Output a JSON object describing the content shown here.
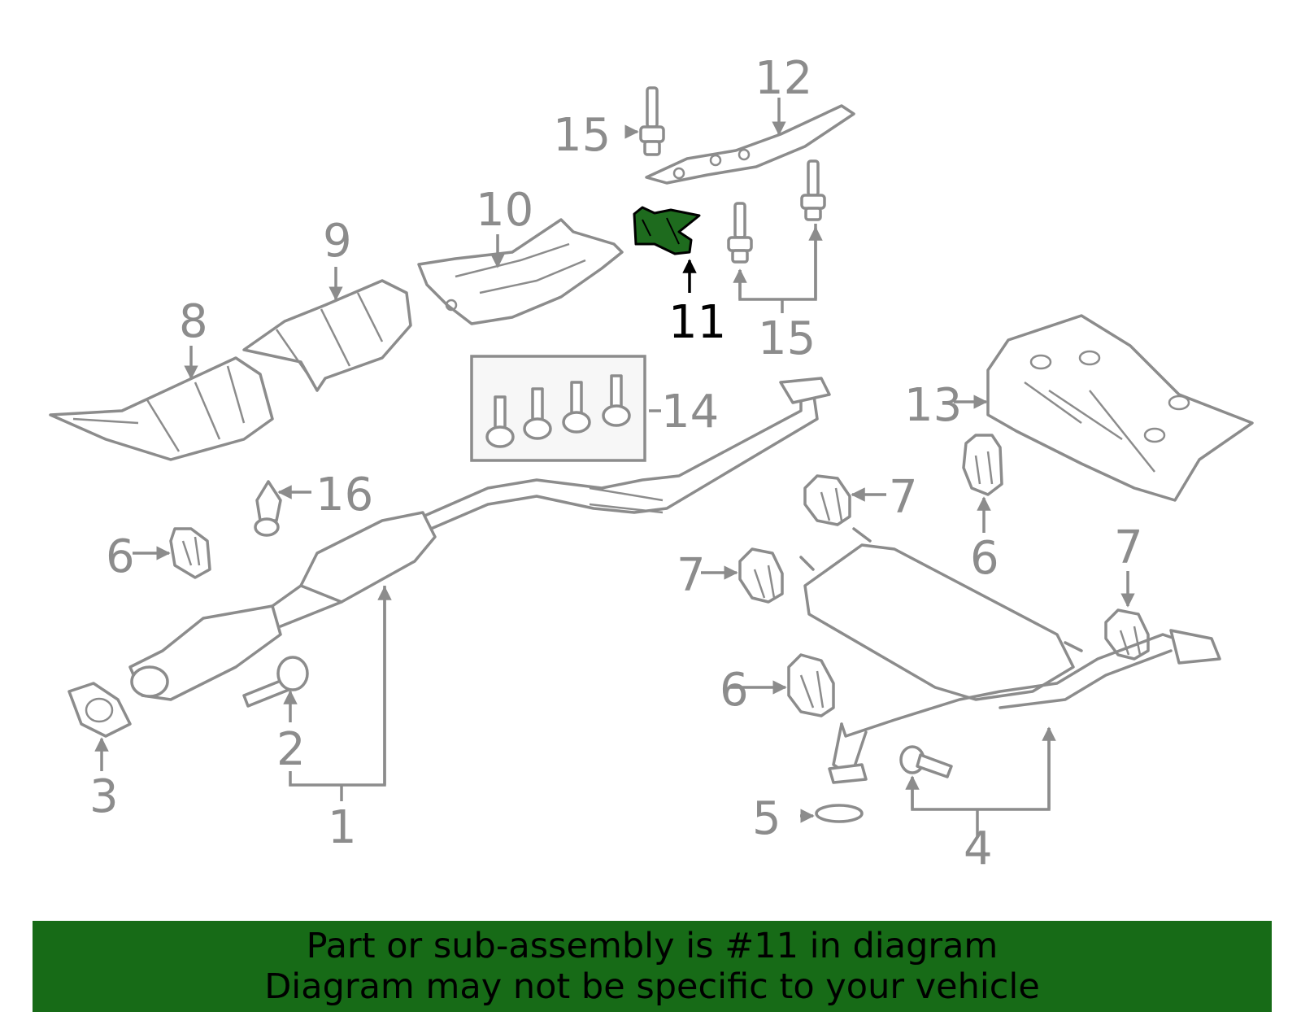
{
  "callouts": {
    "c1": "1",
    "c2": "2",
    "c3": "3",
    "c4": "4",
    "c5": "5",
    "c6a": "6",
    "c6b": "6",
    "c6c": "6",
    "c7a": "7",
    "c7b": "7",
    "c7c": "7",
    "c8": "8",
    "c9": "9",
    "c10": "10",
    "c11": "11",
    "c12": "12",
    "c13": "13",
    "c14": "14",
    "c15a": "15",
    "c15b": "15",
    "c16": "16"
  },
  "highlighted_part": "11",
  "colors": {
    "highlight": "#1e6b1e",
    "part_line": "#8c8c8c",
    "footer_bg": "#176b17"
  },
  "footer": {
    "line1": "Part or sub-assembly is #11 in diagram",
    "line2": "Diagram may not be specific to your vehicle"
  }
}
